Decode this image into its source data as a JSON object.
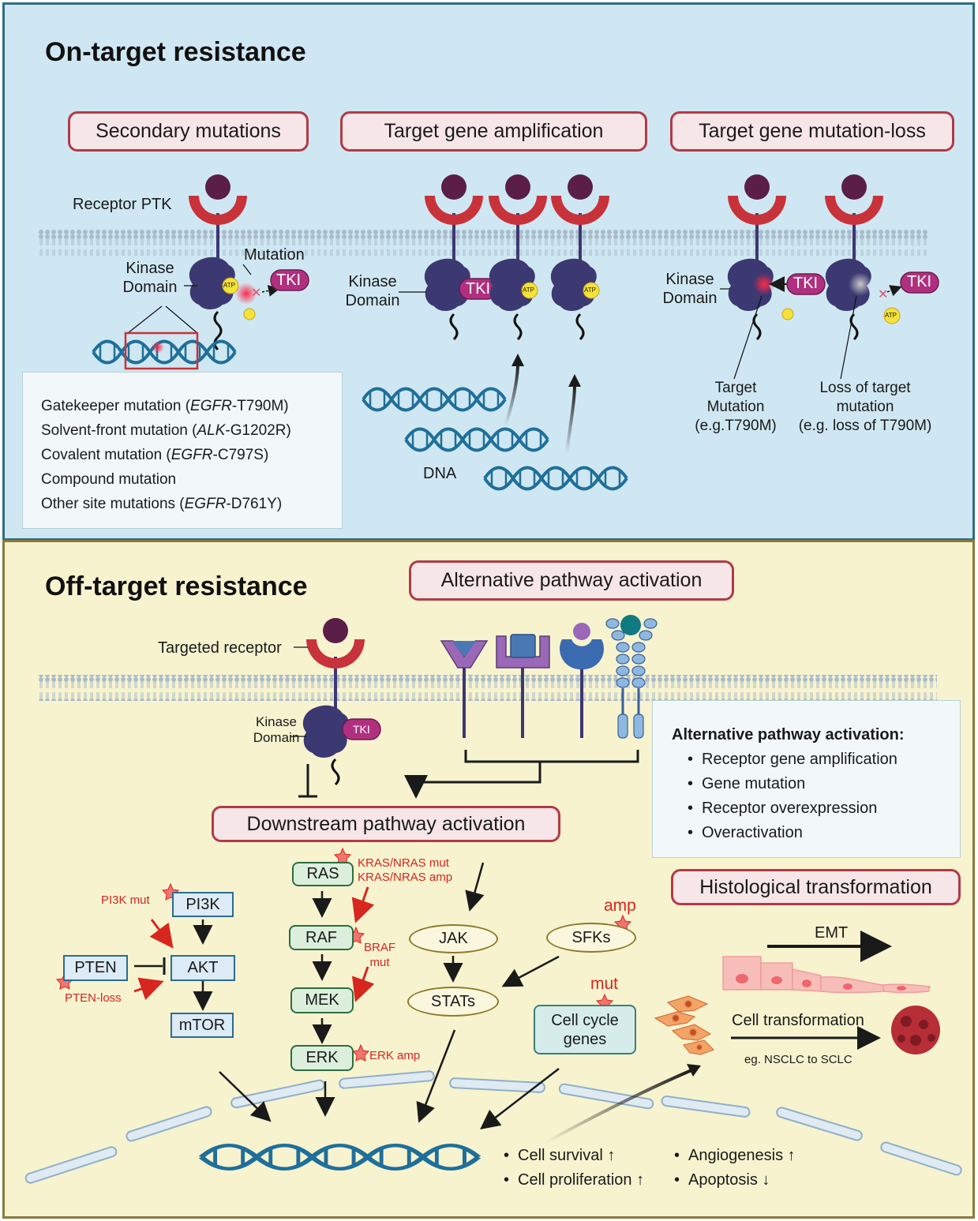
{
  "top": {
    "title": "On-target resistance",
    "headers": {
      "secondary": "Secondary mutations",
      "amplification": "Target gene amplification",
      "mutation_loss": "Target gene mutation-loss"
    },
    "labels": {
      "receptor_ptk": "Receptor  PTK",
      "mutation": "Mutation",
      "kinase": "Kinase",
      "domain": "Domain",
      "tki": "TKI",
      "atp": "ATP",
      "dna": "DNA",
      "target_mutation_1": "Target",
      "target_mutation_2": "Mutation",
      "target_mutation_3": "(e.g.T790M)",
      "loss_1": "Loss of target",
      "loss_2": "mutation",
      "loss_3": "(e.g. loss of T790M)"
    },
    "mutation_list": [
      {
        "pre": "Gatekeeper mutation (",
        "gene": "EGFR",
        "post": "-T790M)"
      },
      {
        "pre": "Solvent-front mutation (",
        "gene": "ALK",
        "post": "-G1202R)"
      },
      {
        "pre": "Covalent mutation (",
        "gene": "EGFR",
        "post": "-C797S)"
      },
      {
        "pre": "Compound mutation",
        "gene": "",
        "post": ""
      },
      {
        "pre": "Other site mutations (",
        "gene": "EGFR",
        "post": "-D761Y)"
      }
    ]
  },
  "bottom": {
    "title": "Off-target resistance",
    "headers": {
      "alternative": "Alternative pathway activation",
      "downstream": "Downstream pathway activation",
      "histological": "Histological transformation"
    },
    "labels": {
      "targeted_receptor": "Targeted receptor",
      "kinase": "Kinase",
      "domain": "Domain",
      "tki": "TKI"
    },
    "alt_box": {
      "title": "Alternative pathway activation:",
      "items": [
        "Receptor gene amplification",
        "Gene mutation",
        "Receptor overexpression",
        "Overactivation"
      ]
    },
    "nodes": {
      "pi3k": "PI3K",
      "akt": "AKT",
      "pten": "PTEN",
      "mtor": "mTOR",
      "ras": "RAS",
      "raf": "RAF",
      "mek": "MEK",
      "erk": "ERK",
      "jak": "JAK",
      "stats": "STATs",
      "sfks": "SFKs",
      "cell_cycle_1": "Cell cycle",
      "cell_cycle_2": "genes"
    },
    "annotations": {
      "pi3k_mut": "PI3K mut",
      "pten_loss": "PTEN-loss",
      "kras_mut": "KRAS/NRAS mut",
      "kras_amp": "KRAS/NRAS amp",
      "braf_1": "BRAF",
      "braf_2": "mut",
      "erk_amp": "ERK amp",
      "sfks_amp": "amp",
      "cc_mut": "mut"
    },
    "transform": {
      "emt": "EMT",
      "cell_transformation": "Cell transformation",
      "example": "eg. NSCLC to SCLC"
    },
    "outcomes": [
      "Cell survival ↑",
      "Cell proliferation ↑",
      "Angiogenesis ↑",
      "Apoptosis ↓"
    ]
  },
  "colors": {
    "top_bg": "#cfe7f2",
    "bottom_bg": "#f7f3cf",
    "header_border": "#b23a48",
    "receptor_red": "#c8323a",
    "ligand": "#5a1e48",
    "kinase": "#3c3872",
    "tki": "#b0307f",
    "dna": "#1f6f9a",
    "annotation_red": "#d7261e"
  }
}
